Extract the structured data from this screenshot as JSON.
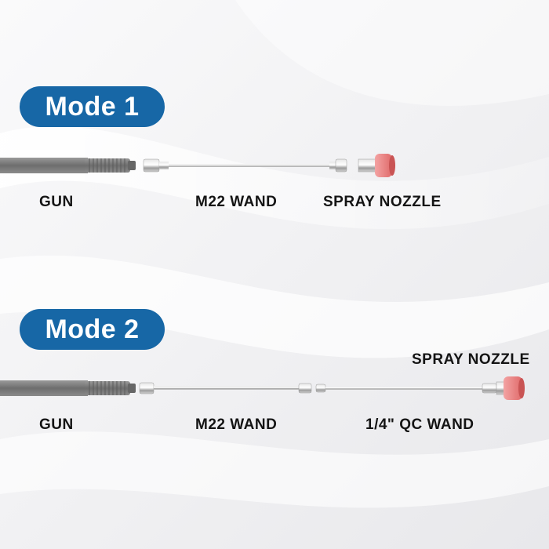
{
  "colors": {
    "pill": "#1767a6",
    "nozzle": "#e77a7a",
    "gun": "#7b7b7b",
    "label_text": "#141414"
  },
  "mode1": {
    "title": "Mode 1",
    "labels": {
      "gun": "GUN",
      "wand": "M22 WAND",
      "nozzle": "SPRAY NOZZLE"
    }
  },
  "mode2": {
    "title": "Mode 2",
    "labels": {
      "gun": "GUN",
      "wand": "M22 WAND",
      "qc_wand": "1/4\" QC WAND",
      "nozzle": "SPRAY NOZZLE"
    }
  }
}
